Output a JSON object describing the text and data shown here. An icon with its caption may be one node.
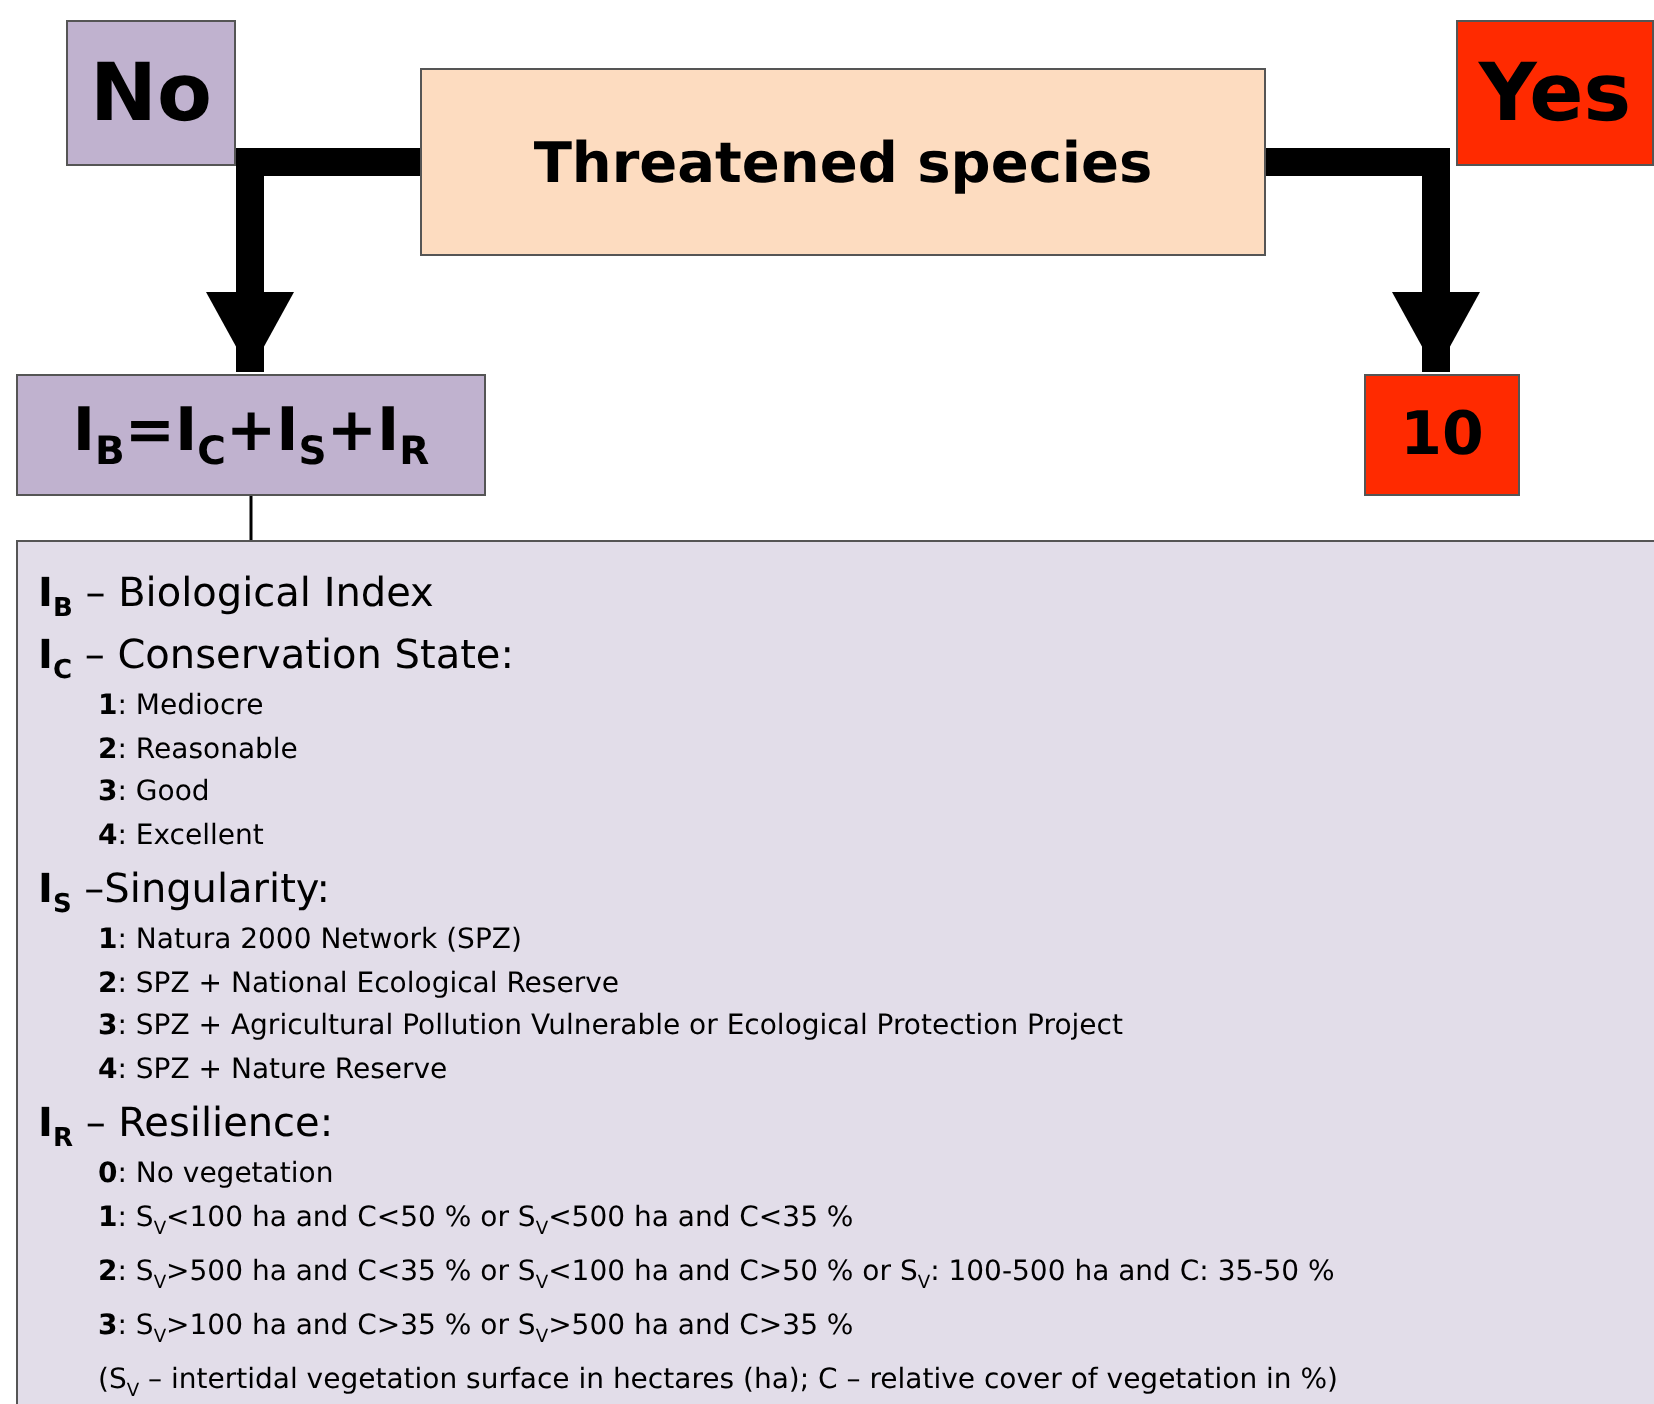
{
  "diagram": {
    "nodes": [
      {
        "text": [
          "No"
        ]
      },
      {
        "text": [
          "Threatened species"
        ]
      },
      {
        "text": [
          "Yes"
        ]
      },
      {
        "text": [
          "**I$_{B}$=I$_{C}$+I$_{S}$+I$_{R}$**"
        ]
      },
      {
        "text": [
          "10"
        ]
      },
      {
        "text": [
          "**I**$_{B}$ – Biological Index",
          "**I**$_{C}$ – Conservation State:",
          "**1**: Mediocre",
          "**2**: Reasonable",
          "**3**: Good",
          "**4**: Excellent",
          "**I**$_{S}$ –Singularity:",
          "**1**: Natura 2000 Network (SPZ)",
          "**2**: SPZ + National Ecological Reserve",
          "**3**: SPZ + Agricultural Pollution Vulnerable or Ecological Protection Project",
          "**4**: SPZ + Nature Reserve",
          "**I**$_{R}$ – Resilience:",
          "**0**: No vegetation",
          "**1**: S$_{V}$<100 ha and C<50 % or S$_{V}$<500 ha and C<35 %",
          "**2**: S$_{V}$>500 ha and C<35 % or S$_{V}$<100 ha and C>50 % or S$_{V}$: 100-500 ha and  C: 35-50 %",
          "**3**: S$_{V}$>100 ha and C>35 % or S$_{V}$>500 ha and C>35 %",
          "(S$_{V}$ – intertidal vegetation surface in hectares (ha); C – relative cover of vegetation in %)"
        ]
      }
    ],
    "edges": [
      {
        "from": 1,
        "to": 3,
        "arrow": "to"
      },
      {
        "from": 1,
        "to": 4,
        "arrow": "to"
      },
      {
        "from": 3,
        "to": 5,
        "arrow": "none"
      }
    ]
  }
}
